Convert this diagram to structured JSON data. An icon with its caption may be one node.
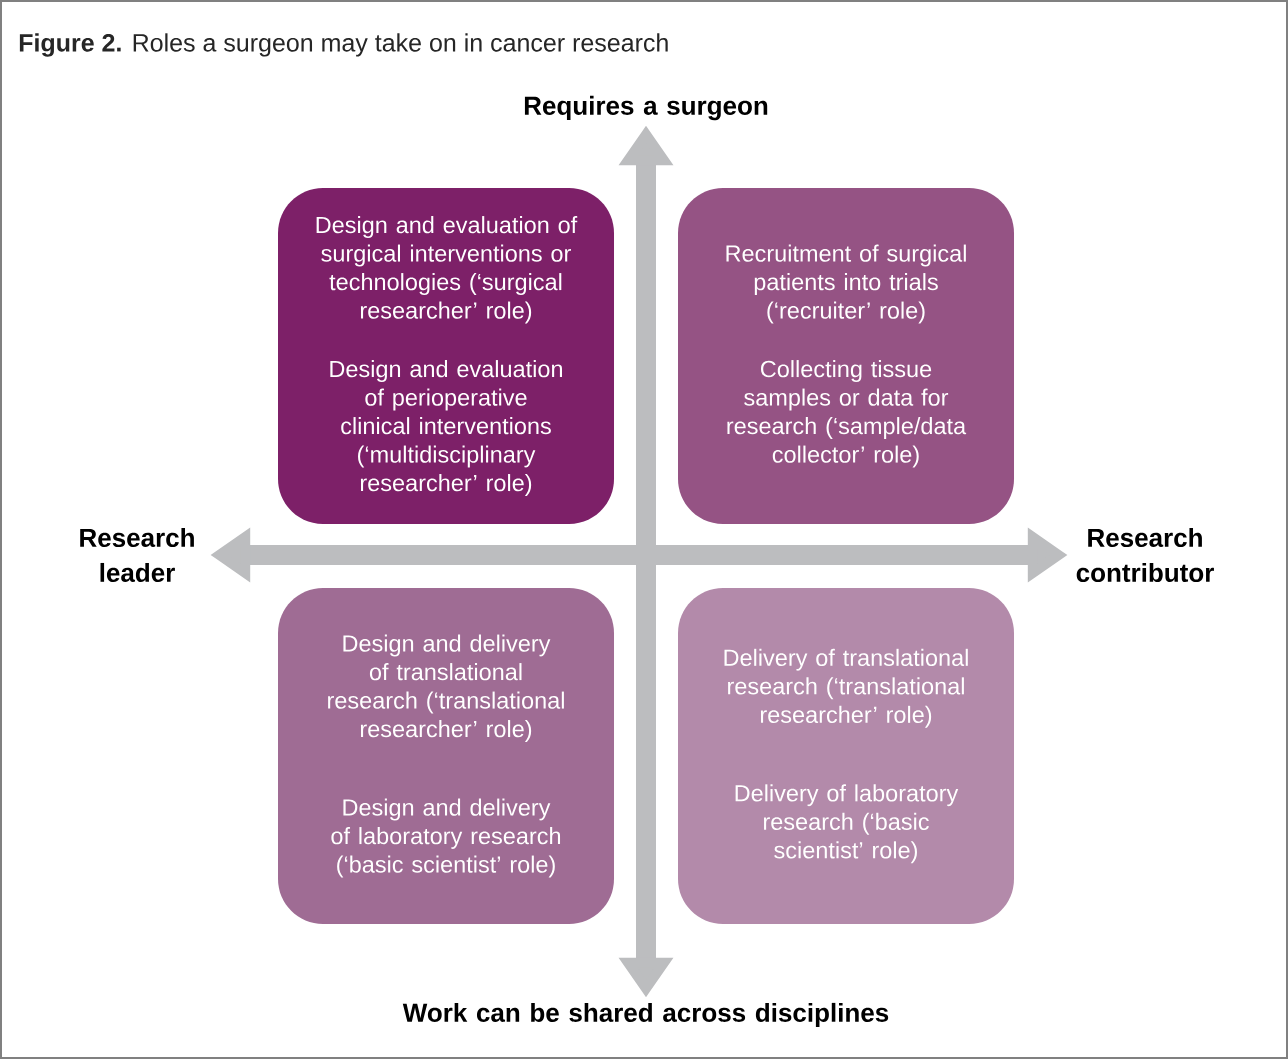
{
  "diagram": {
    "title": "**Figure 2.** Roles a surgeon may take on in cancer research",
    "nodes": [
      {
        "text": [
          "Design and evaluation of surgical interventions or technologies (‘surgical researcher’ role)",
          "Design and evaluation of perioperative clinical interventions (‘multidisciplinary researcher’ role)"
        ]
      },
      {
        "text": [
          "Recruitment of surgical patients into trials (‘recruiter’ role)",
          "Collecting tissue samples or data for research (‘sample/data collector’ role)"
        ]
      },
      {
        "text": [
          "Design and delivery of translational research (‘translational researcher’ role)",
          "Design and delivery of laboratory research (‘basic scientist’ role)"
        ]
      },
      {
        "text": [
          "Delivery of translational research (‘translational researcher’ role)",
          "Delivery of laboratory research (‘basic scientist’ role)"
        ]
      },
      {
        "text": [
          "Requires a surgeon"
        ]
      },
      {
        "text": [
          "Research leader"
        ]
      },
      {
        "text": [
          "Research contributor"
        ]
      },
      {
        "text": [
          "Work can be shared across disciplines"
        ]
      }
    ],
    "edges": [
      {
        "from": 4,
        "to": 7,
        "arrow": "both"
      },
      {
        "from": 5,
        "to": 6,
        "arrow": "both"
      }
    ]
  }
}
